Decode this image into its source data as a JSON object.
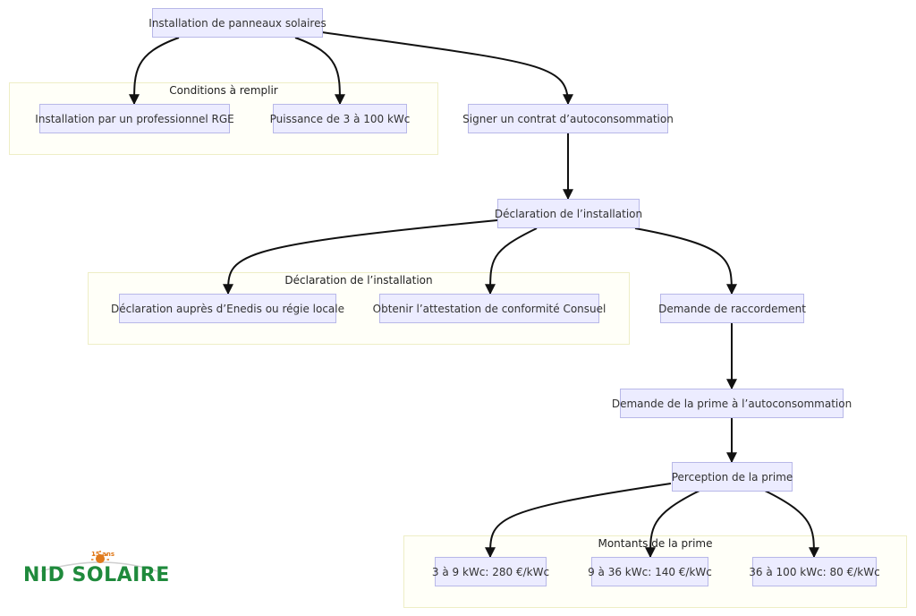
{
  "nodes": {
    "root": "Installation de panneaux solaires",
    "rge": "Installation par un professionnel RGE",
    "puissance": "Puissance de 3 à 100 kWc",
    "contrat": "Signer un contrat d’autoconsommation",
    "declaration": "Déclaration de l’installation",
    "enedis": "Déclaration auprès d’Enedis ou régie locale",
    "consuel": "Obtenir l’attestation de conformité Consuel",
    "raccordement": "Demande de raccordement",
    "prime": "Demande de la prime à l’autoconsommation",
    "perception": "Perception de la prime",
    "m1": "3 à 9 kWc: 280 €/kWc",
    "m2": "9 à 36 kWc: 140 €/kWc",
    "m3": "36 à 100 kWc: 80 €/kWc"
  },
  "clusters": {
    "conditions": "Conditions à remplir",
    "declaration": "Déclaration de l’installation",
    "montants": "Montants de la prime"
  },
  "logo": {
    "text": "NID SOLAIRE",
    "badge": "15 ans"
  },
  "colors": {
    "node_fill": "#ececff",
    "node_border": "#b8b8e8",
    "cluster_fill": "#fffff8",
    "cluster_border": "#eeeec6",
    "edge": "#111111",
    "logo_green": "#1f8a3c",
    "logo_orange": "#e07a1c"
  }
}
